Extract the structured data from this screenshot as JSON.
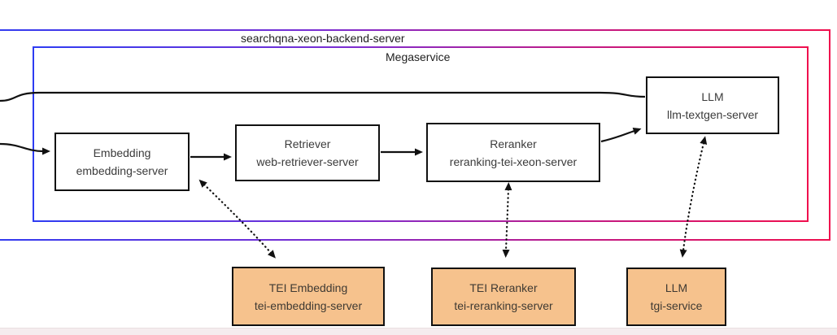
{
  "diagram": {
    "outer_group": {
      "label": "searchqna-xeon-backend-server"
    },
    "inner_group": {
      "label": "Megaservice"
    },
    "services": [
      {
        "id": "embedding",
        "title": "Embedding",
        "subtitle": "embedding-server"
      },
      {
        "id": "retriever",
        "title": "Retriever",
        "subtitle": "web-retriever-server"
      },
      {
        "id": "reranker",
        "title": "Reranker",
        "subtitle": "reranking-tei-xeon-server"
      },
      {
        "id": "llm",
        "title": "LLM",
        "subtitle": "llm-textgen-server"
      }
    ],
    "external_services": [
      {
        "id": "tei-embedding",
        "title": "TEI Embedding",
        "subtitle": "tei-embedding-server"
      },
      {
        "id": "tei-reranker",
        "title": "TEI Reranker",
        "subtitle": "tei-reranking-server"
      },
      {
        "id": "llm-tgi",
        "title": "LLM",
        "subtitle": "tgi-service"
      }
    ],
    "connections": [
      "input-to-llm",
      "input-to-embedding",
      "embedding-to-retriever",
      "retriever-to-reranker",
      "reranker-to-llm",
      "embedding-tei-embedding-dotted",
      "reranker-tei-reranker-dotted",
      "llm-tgi-dotted"
    ],
    "colors": {
      "gradient_blue": "#2e3cf2",
      "gradient_red": "#ef0f4e",
      "external_fill": "#f6c28d",
      "node_border": "#111111",
      "wire": "#111111"
    }
  }
}
